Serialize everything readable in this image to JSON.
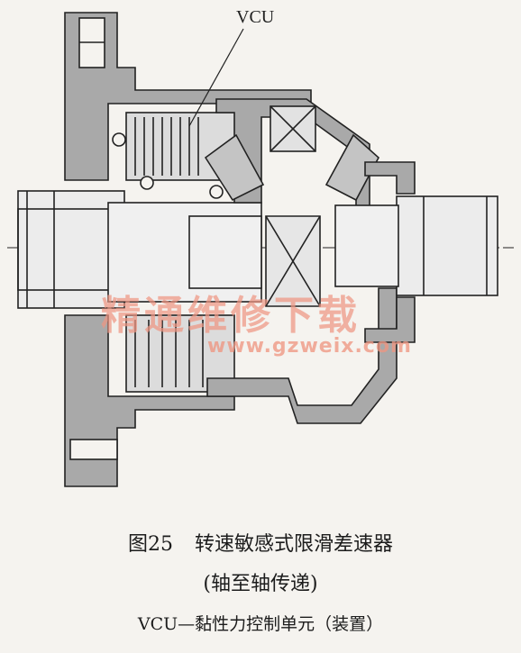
{
  "diagram": {
    "callout_label": "VCU",
    "watermark": {
      "text_cn": "精通维修下载",
      "url": "www.gzweix.com",
      "color": "#ee9682"
    },
    "colors": {
      "housing_fill": "#a9a9a9",
      "line": "#222222",
      "background": "#f5f3ef"
    }
  },
  "caption": {
    "figure_number": "图25",
    "title": "转速敏感式限滑差速器",
    "subtitle": "(轴至轴传递)",
    "legend": "VCU—黏性力控制单元（装置）"
  }
}
